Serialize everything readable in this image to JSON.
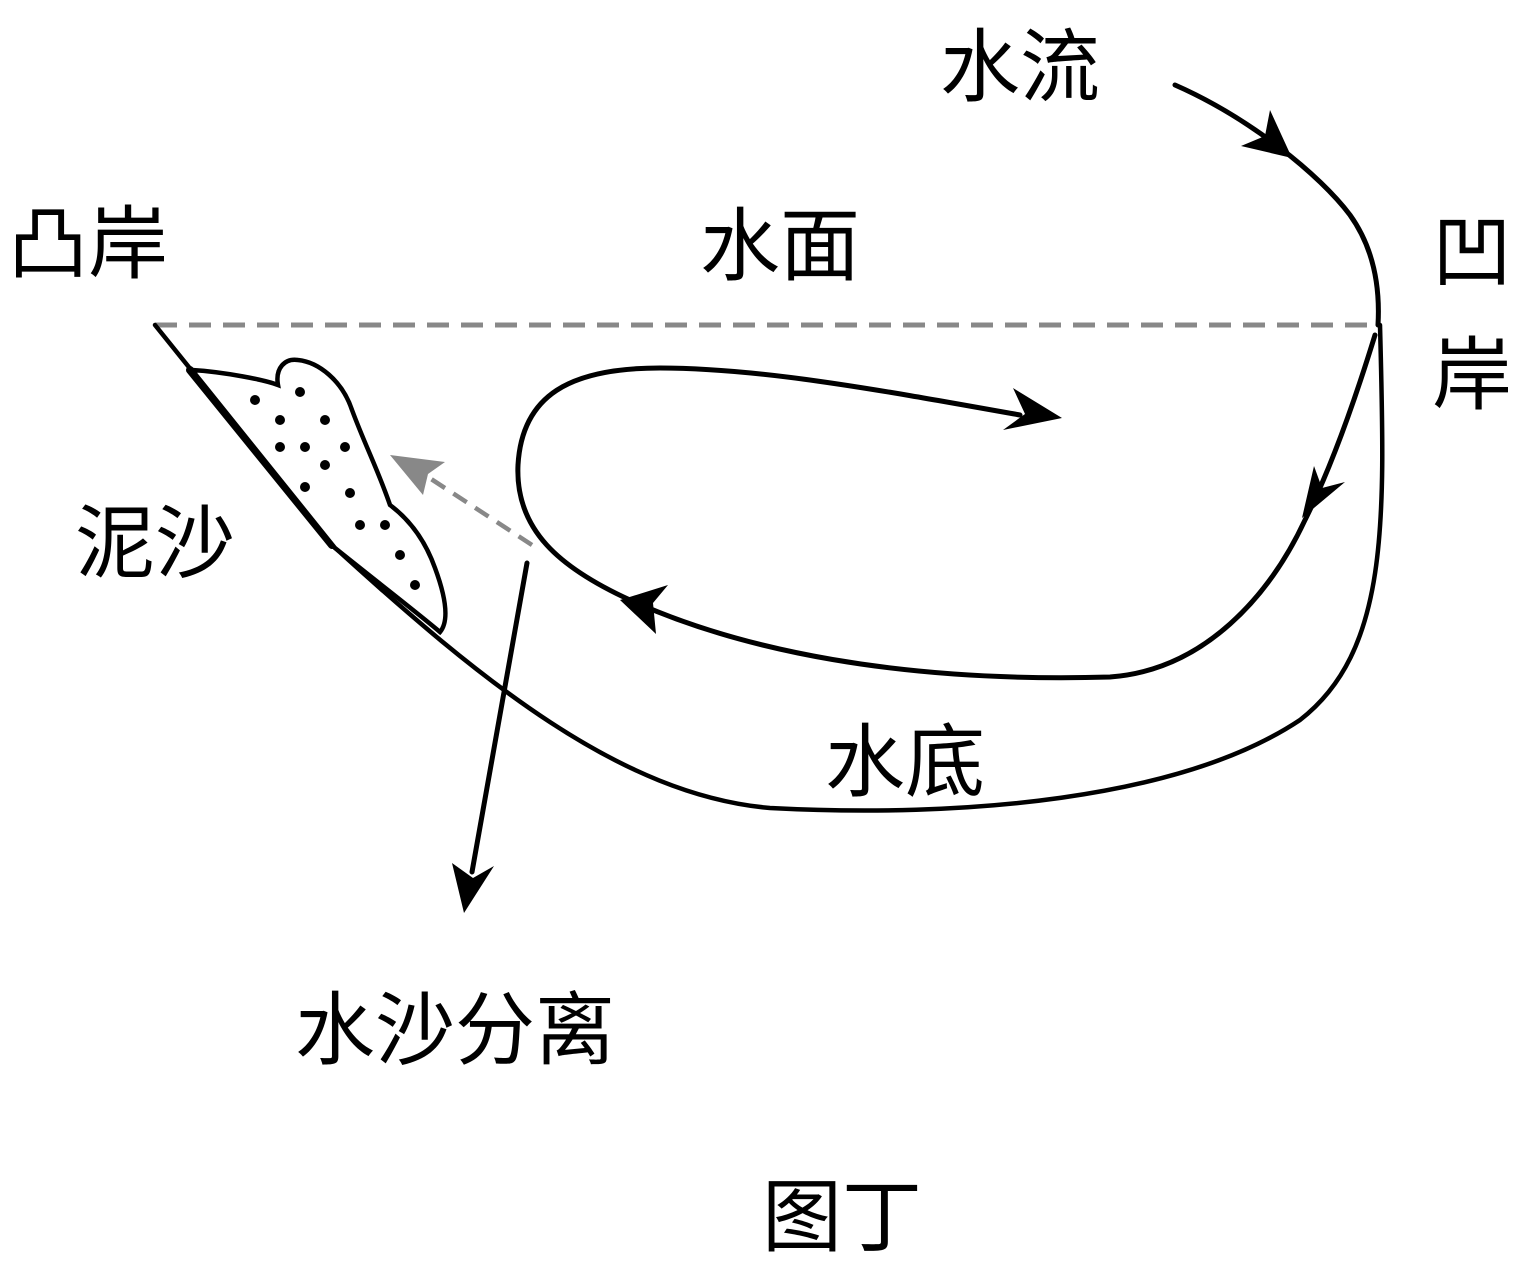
{
  "labels": {
    "flow": "水流",
    "convex_bank": "凸岸",
    "concave_bank_top": "凹",
    "concave_bank_bottom": "岸",
    "water_surface": "水面",
    "sediment": "泥沙",
    "riverbed": "水底",
    "separation": "水沙分离",
    "caption": "图丁"
  },
  "colors": {
    "line": "#000000",
    "dashed": "#888888"
  }
}
